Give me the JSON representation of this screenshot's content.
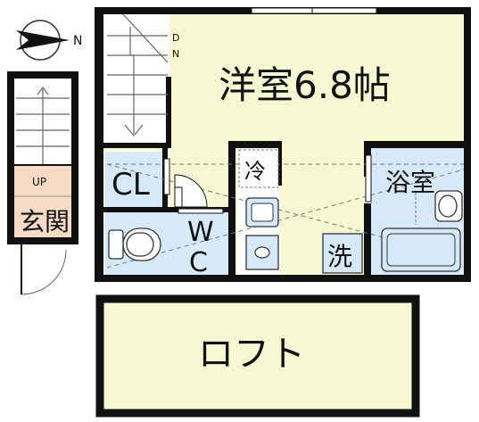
{
  "compass": {
    "direction": "N"
  },
  "stair": {
    "down_top": "D",
    "down_bottom": "N",
    "up": "UP"
  },
  "rooms": {
    "western_room": "洋室6.8帖",
    "closet": "CL",
    "fridge": "冷",
    "bath": "浴室",
    "wc_top": "W",
    "wc_bottom": "C",
    "laundry": "洗",
    "entrance": "玄関",
    "loft": "ロフト"
  },
  "colors": {
    "room_fill": "#f6f8d2",
    "wet_fill": "#d6e9f8",
    "entrance_fill": "#f6dac6",
    "wall": "#111111"
  }
}
